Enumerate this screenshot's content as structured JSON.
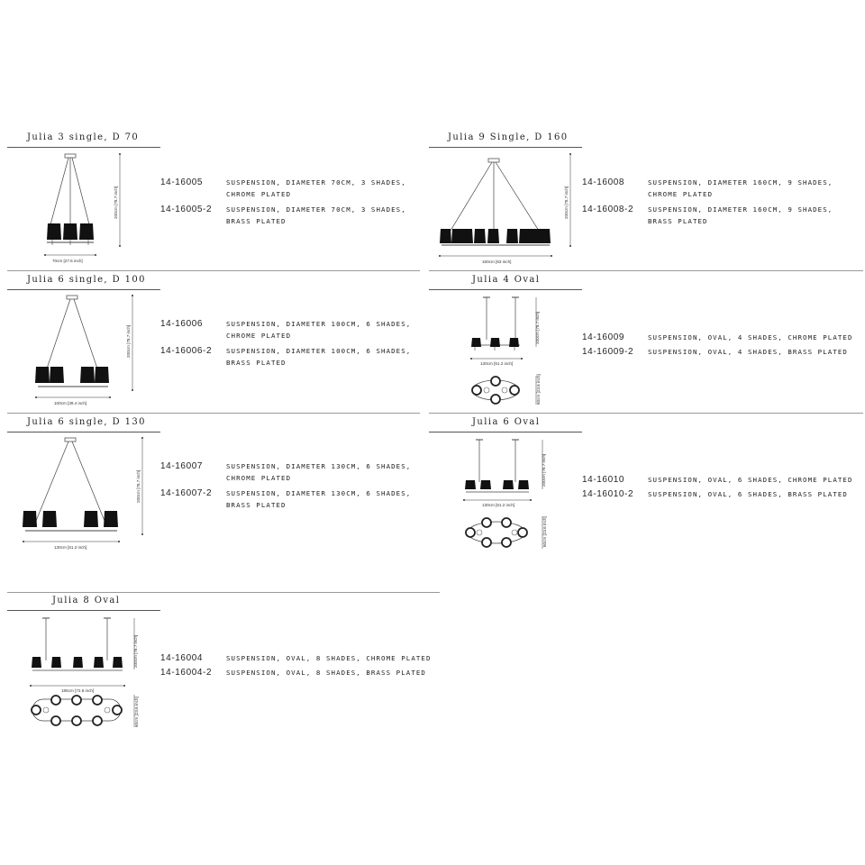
{
  "sections": {
    "s1": {
      "title": "Julia 3 single, D 70",
      "dim_w": "70cm [27.6 inch]",
      "dim_h": "200cm [78.7 inch]",
      "products": [
        {
          "code": "14-16005",
          "desc": "suspension, diameter 70cm, 3 shades, chrome plated"
        },
        {
          "code": "14-16005-2",
          "desc": "suspension, diameter 70cm, 3 shades, brass plated"
        }
      ]
    },
    "s2": {
      "title": "Julia 9 Single, D 160",
      "dim_w": "160cm [63 inch]",
      "dim_h": "200cm [78.7 inch]",
      "products": [
        {
          "code": "14-16008",
          "desc": "suspension, diameter 160cm, 9 shades, chrome plated"
        },
        {
          "code": "14-16008-2",
          "desc": "suspension, diameter 160cm, 9 shades, brass plated"
        }
      ]
    },
    "s3": {
      "title": "Julia 6 single, D 100",
      "dim_w": "100cm [39.4 inch]",
      "dim_h": "200cm [78.7 inch]",
      "products": [
        {
          "code": "14-16006",
          "desc": "suspension, diameter 100cm, 6 shades, chrome plated"
        },
        {
          "code": "14-16006-2",
          "desc": "suspension, diameter 100cm, 6 shades, brass plated"
        }
      ]
    },
    "s4": {
      "title": "Julia 4 Oval",
      "dim_w": "130cm [51.2 inch]",
      "dim_h": "200cm [78.7 inch]",
      "dim_d": "60cm [23.6 inch]",
      "products": [
        {
          "code": "14-16009",
          "desc": "suspension, oval, 4 shades, chrome plated"
        },
        {
          "code": "14-16009-2",
          "desc": "suspension, oval, 4 shades, brass plated"
        }
      ]
    },
    "s5": {
      "title": "Julia 6 single, D 130",
      "dim_w": "130cm [51.2 inch]",
      "dim_h": "200cm [78.7 inch]",
      "products": [
        {
          "code": "14-16007",
          "desc": "suspension, diameter 130cm, 6 shades, chrome plated"
        },
        {
          "code": "14-16007-2",
          "desc": "suspension, diameter 130cm, 6 shades, brass plated"
        }
      ]
    },
    "s6": {
      "title": "Julia 6 Oval",
      "dim_w": "130cm [51.2 inch]",
      "dim_h": "200cm [78.7 inch]",
      "dim_d": "60cm [23.6 inch]",
      "products": [
        {
          "code": "14-16010",
          "desc": "suspension, oval, 6 shades, chrome plated"
        },
        {
          "code": "14-16010-2",
          "desc": "suspension, oval, 6 shades, brass plated"
        }
      ]
    },
    "s7": {
      "title": "Julia 8 Oval",
      "dim_w": "185cm [72.8 inch]",
      "dim_h": "200cm [78.7 inch]",
      "dim_d": "60cm [23.6 inch]",
      "products": [
        {
          "code": "14-16004",
          "desc": "suspension, oval, 8 shades, chrome plated"
        },
        {
          "code": "14-16004-2",
          "desc": "suspension, oval, 8 shades, brass plated"
        }
      ]
    }
  }
}
